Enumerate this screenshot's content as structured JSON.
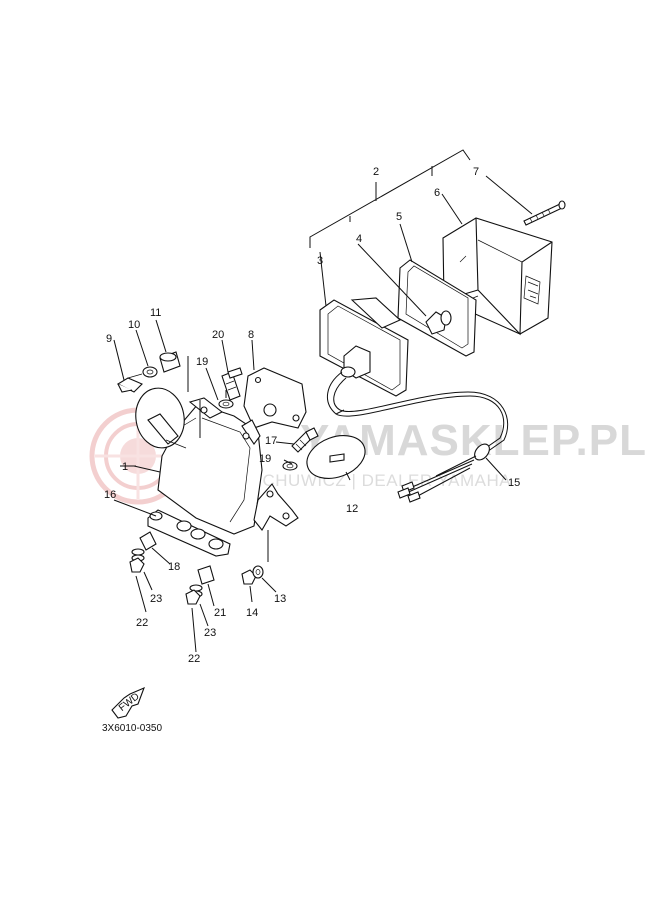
{
  "watermark": {
    "brand": "YAMASKLEP.PL",
    "tagline": "WOJ CHUWICZ | DEALER YAMAHA",
    "color": "#e8a0a0"
  },
  "diagram_code": "3X6010-0350",
  "fwd_label": "FWD",
  "callouts": {
    "c1": "1",
    "c2": "2",
    "c3": "3",
    "c4": "4",
    "c5": "5",
    "c6": "6",
    "c7": "7",
    "c8": "8",
    "c9": "9",
    "c10": "10",
    "c11": "11",
    "c12": "12",
    "c13": "13",
    "c14": "14",
    "c15": "15",
    "c16": "16",
    "c17": "17",
    "c18": "18",
    "c19a": "19",
    "c19b": "19",
    "c20": "20",
    "c21": "21",
    "c22a": "22",
    "c22b": "22",
    "c23a": "23",
    "c23b": "23"
  }
}
